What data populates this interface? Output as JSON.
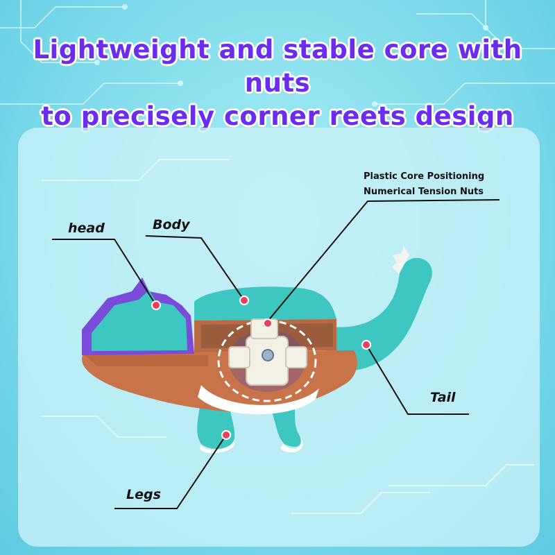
{
  "headline": {
    "line1": "Lightweight and stable core with nuts",
    "line2": "to precisely corner reets design"
  },
  "callouts": {
    "head": "head",
    "body": "Body",
    "core_line1": "Plastic Core Positioning",
    "core_line2": "Numerical Tension Nuts",
    "tail": "Tail",
    "legs": "Legs"
  },
  "colors": {
    "headline": "#6a2cf0",
    "teal": "#3ec6c0",
    "orange": "#c9734a",
    "purple": "#7a4ad8",
    "marker": "#e8405a"
  }
}
